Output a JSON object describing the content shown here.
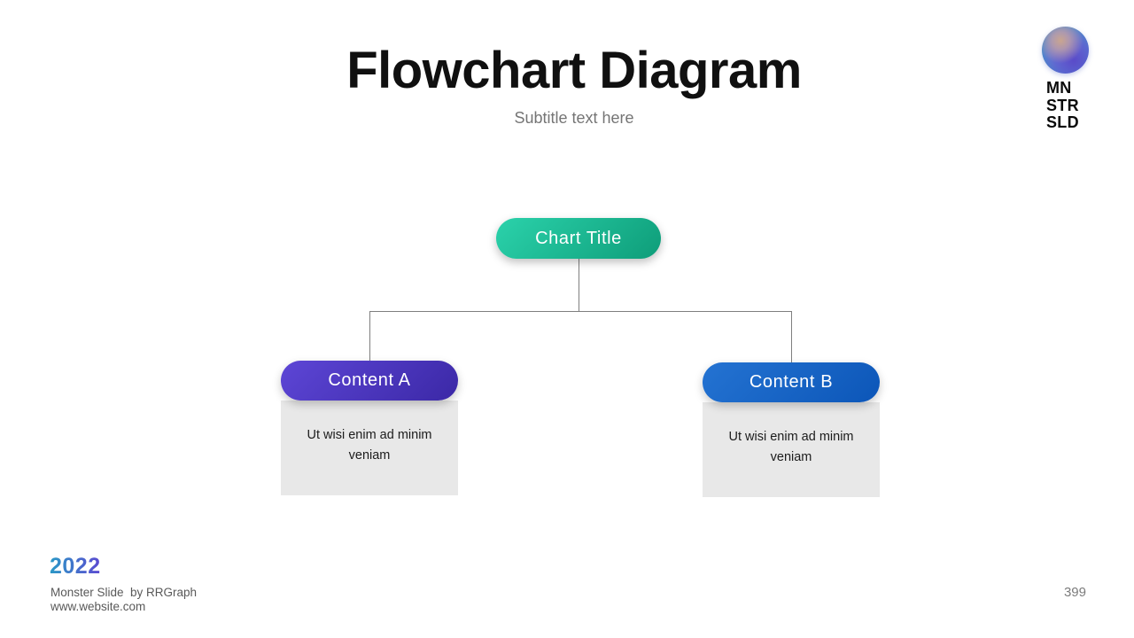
{
  "header": {
    "title": "Flowchart Diagram",
    "subtitle": "Subtitle text here"
  },
  "logo": {
    "lines": [
      "MN",
      "STR",
      "SLD"
    ],
    "sphere_colors": [
      "#cea88c",
      "#5848c8",
      "#4f86cc",
      "#2fb49c"
    ]
  },
  "diagram": {
    "root": {
      "label": "Chart Title",
      "gradient": [
        "#2bd2ab",
        "#0e9d79"
      ]
    },
    "children": [
      {
        "label": "Content A",
        "body": "Ut wisi enim ad minim veniam",
        "gradient": [
          "#5d46d6",
          "#3b28a6"
        ]
      },
      {
        "label": "Content B",
        "body": "Ut wisi enim ad minim veniam",
        "gradient": [
          "#2473d2",
          "#0c56b8"
        ]
      }
    ],
    "connector_color": "#7f7f7f"
  },
  "footer": {
    "year": "2022",
    "year_gradient": [
      "#2a99c6",
      "#5c49d1"
    ],
    "credit": "Monster Slide  by RRGraph",
    "website": "www.website.com",
    "page_number": "399"
  },
  "colors": {
    "card_body_bg": "#e8e8e8",
    "title_text": "#101010",
    "subtitle_text": "#757575",
    "footer_text": "#595959"
  }
}
